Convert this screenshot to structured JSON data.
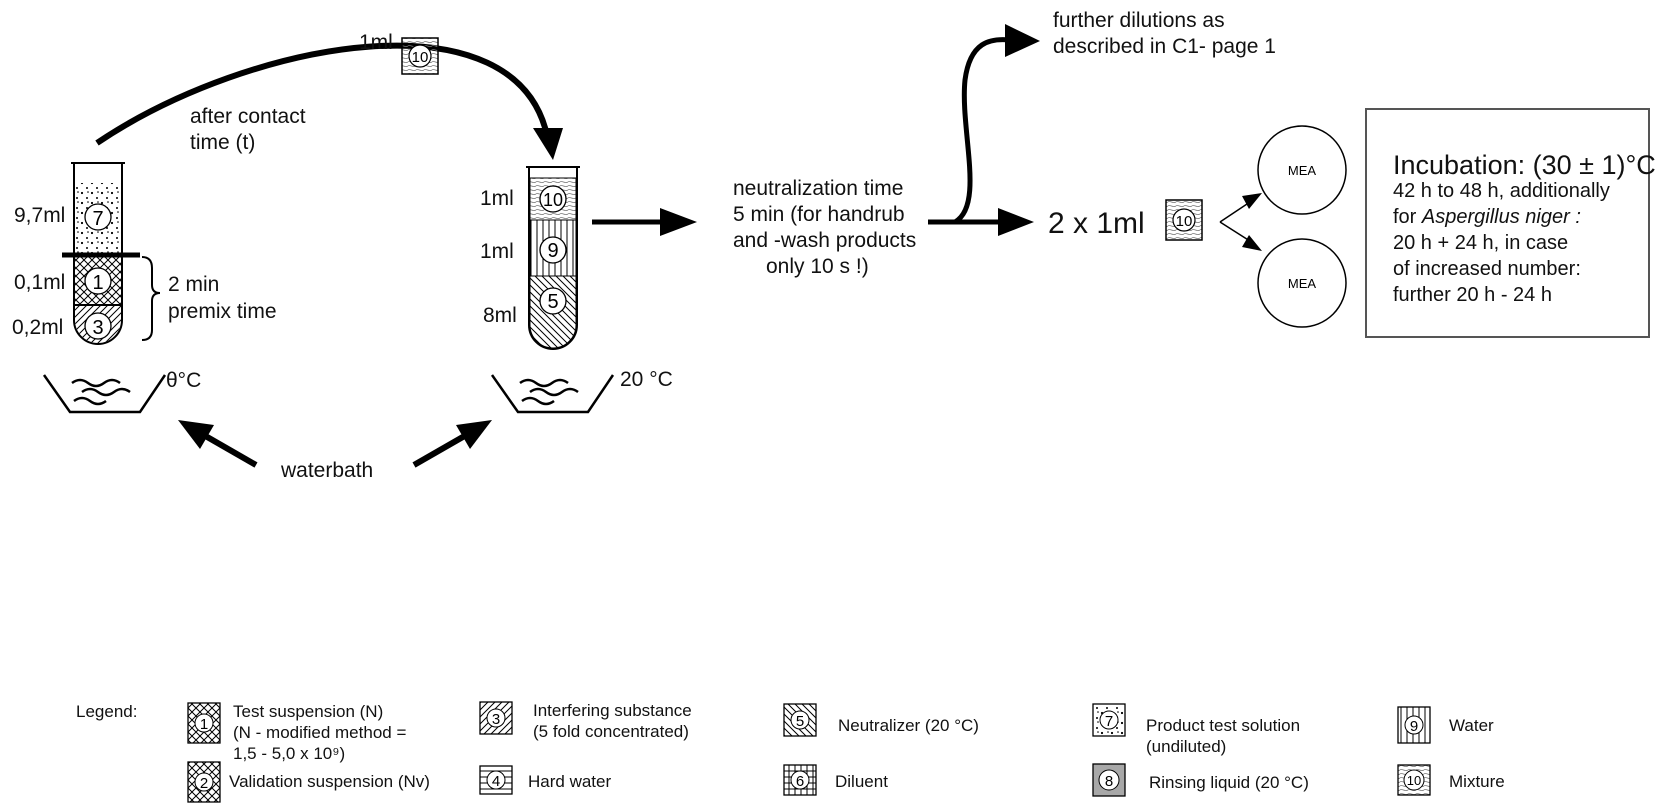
{
  "top_arrow": {
    "volume": "1ml",
    "item": "10"
  },
  "left_tube": {
    "caption": [
      "after contact",
      "time (t)"
    ],
    "volumes": [
      "9,7ml",
      "0,1ml",
      "0,2ml"
    ],
    "items": [
      "7",
      "1",
      "3"
    ],
    "premix": [
      "2 min",
      "premix time"
    ],
    "temperature": "θ°C"
  },
  "middle_tube": {
    "volumes": [
      "1ml",
      "1ml",
      "8ml"
    ],
    "items": [
      "10",
      "9",
      "5"
    ],
    "temperature": "20 °C"
  },
  "waterbath": "waterbath",
  "neutralization": [
    "neutralization time",
    "5 min (for handrub",
    "and -wash products",
    "only 10 s !)"
  ],
  "further": [
    "further dilutions as",
    "described in C1- page 1"
  ],
  "plating": {
    "text": "2 x 1ml",
    "item": "10",
    "plates": [
      "MEA",
      "MEA"
    ]
  },
  "incubation": {
    "lines": [
      "Incubation: (30 ± 1)°C",
      "42 h to 48 h, additionally",
      "for ",
      "Aspergillus niger :",
      "20 h + 24 h, in case",
      "of increased number:",
      "further 20 h - 24 h"
    ]
  },
  "legend": {
    "title": "Legend:",
    "items": [
      {
        "num": "1",
        "lines": [
          "Test suspension (N)",
          "(N - modified method =",
          "1,5 - 5,0 x 10⁹)"
        ]
      },
      {
        "num": "2",
        "lines": [
          "Validation suspension (Nv)"
        ]
      },
      {
        "num": "3",
        "lines": [
          "Interfering substance",
          "(5 fold concentrated)"
        ]
      },
      {
        "num": "4",
        "lines": [
          "Hard water"
        ]
      },
      {
        "num": "5",
        "lines": [
          "Neutralizer  (20 °C)"
        ]
      },
      {
        "num": "6",
        "lines": [
          "Diluent"
        ]
      },
      {
        "num": "7",
        "lines": [
          "Product test solution",
          "(undiluted)"
        ]
      },
      {
        "num": "8",
        "lines": [
          "Rinsing liquid (20 °C)"
        ]
      },
      {
        "num": "9",
        "lines": [
          "Water"
        ]
      },
      {
        "num": "10",
        "lines": [
          "Mixture"
        ]
      }
    ]
  }
}
